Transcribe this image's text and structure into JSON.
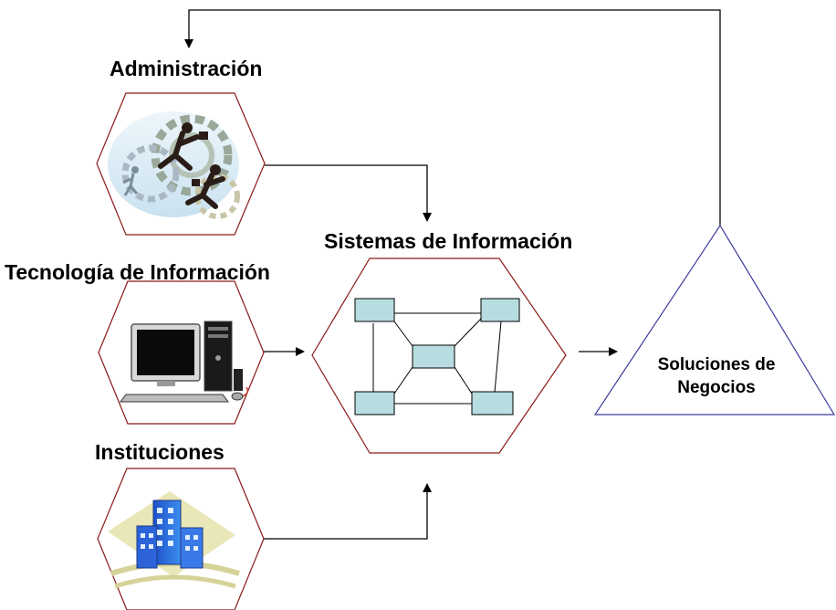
{
  "labels": {
    "administracion": "Administración",
    "sistemas": "Sistemas de Información",
    "tecnologia": "Tecnología de Información",
    "instituciones": "Instituciones",
    "soluciones_line1": "Soluciones de",
    "soluciones_line2": "Negocios"
  },
  "icons": {
    "administracion": "business-people-gears-icon",
    "tecnologia": "desktop-computer-icon",
    "instituciones": "office-buildings-icon",
    "sistemas": "network-nodes-icon"
  },
  "colors": {
    "hexagon_stroke": "#8b1a1a",
    "triangle_stroke": "#3a3a9a",
    "node_fill": "#b7dde0",
    "connector": "#000000"
  }
}
